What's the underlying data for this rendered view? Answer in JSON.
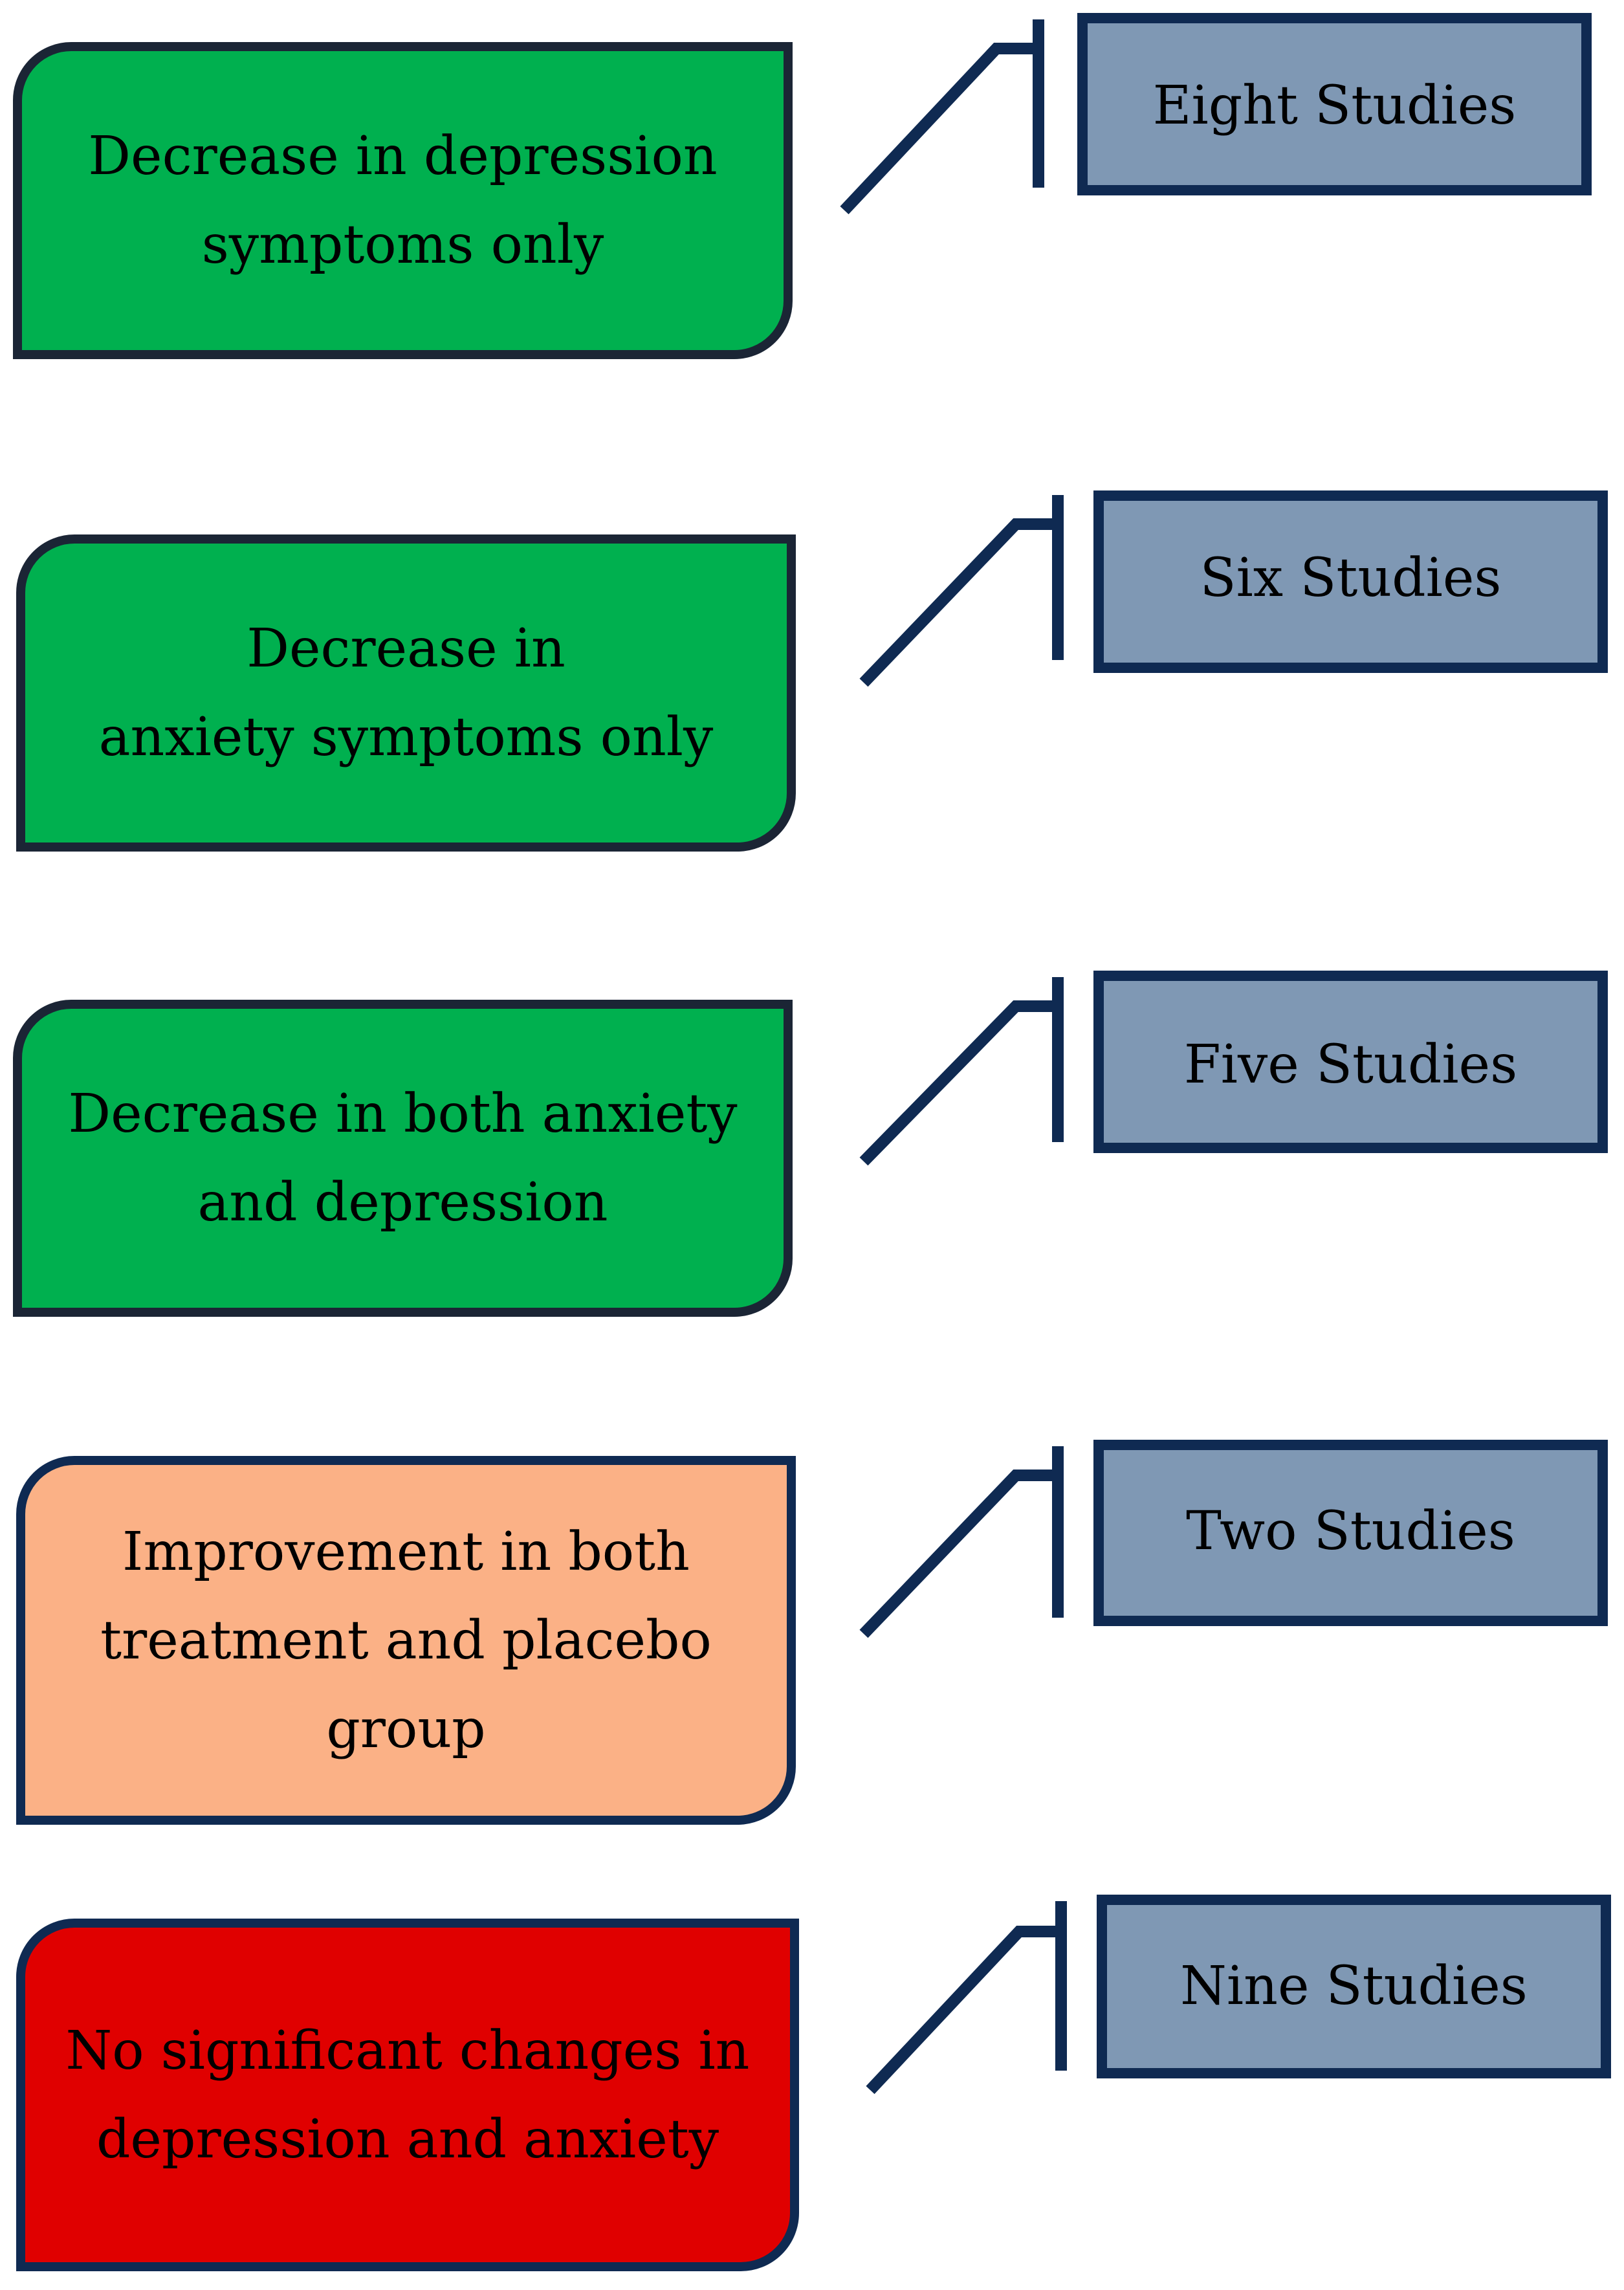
{
  "colors": {
    "green": "#00b04f",
    "peach": "#fbb186",
    "red": "#e00000",
    "study_box": "#7f98b4",
    "navy": "#0f2a52"
  },
  "rows": [
    {
      "outcome": [
        "Decrease in depression",
        "symptoms only"
      ],
      "outcome_color": "#00b04f",
      "studies": "Eight Studies"
    },
    {
      "outcome": [
        "Decrease in",
        "anxiety symptoms only"
      ],
      "outcome_color": "#00b04f",
      "studies": "Six Studies"
    },
    {
      "outcome": [
        "Decrease in both anxiety",
        "and depression"
      ],
      "outcome_color": "#00b04f",
      "studies": "Five Studies"
    },
    {
      "outcome": [
        "Improvement in both",
        "treatment and placebo",
        "group"
      ],
      "outcome_color": "#fbb186",
      "studies": "Two Studies"
    },
    {
      "outcome": [
        "No significant changes in",
        "depression and anxiety"
      ],
      "outcome_color": "#e00000",
      "studies": "Nine Studies"
    }
  ]
}
